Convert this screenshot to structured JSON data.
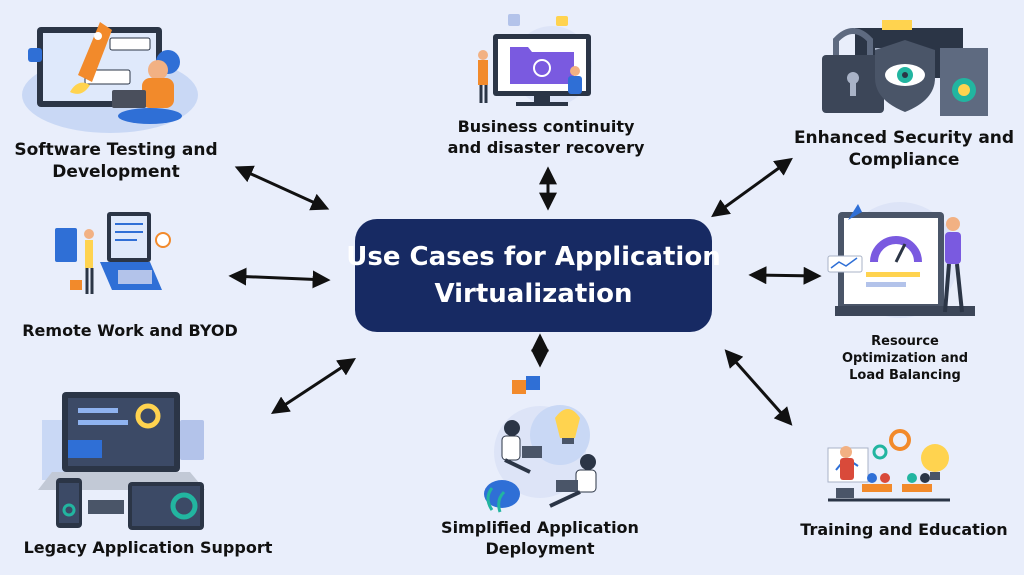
{
  "center": {
    "line1": "Use Cases for Application",
    "line2": "Virtualization"
  },
  "nodes": {
    "software_testing": {
      "line1": "Software Testing and",
      "line2": "Development"
    },
    "business_continuity": {
      "line1": "Business continuity",
      "line2": "and disaster recovery"
    },
    "security": {
      "line1": "Enhanced Security and",
      "line2": "Compliance"
    },
    "remote_work": {
      "line1": "Remote Work and BYOD"
    },
    "resource_optimization": {
      "line1": "Resource",
      "line2": "Optimization and",
      "line3": "Load Balancing"
    },
    "legacy": {
      "line1": "Legacy Application Support"
    },
    "simplified_deployment": {
      "line1": "Simplified Application",
      "line2": "Deployment"
    },
    "training": {
      "line1": "Training and Education"
    }
  },
  "colors": {
    "background": "#e9eefb",
    "center_box": "#172a63",
    "center_text": "#ffffff",
    "arrow": "#111111",
    "illustration_blue": "#2f6fd6",
    "illustration_dark": "#2b3546",
    "illustration_orange": "#f28a2b",
    "illustration_purple": "#7a5ae0"
  },
  "icons": [
    "rocket-laptop-icon",
    "folder-monitor-icon",
    "security-shield-icon",
    "remote-desk-icon",
    "dashboard-gauge-icon",
    "laptop-devices-icon",
    "puzzle-people-icon",
    "classroom-icon"
  ]
}
